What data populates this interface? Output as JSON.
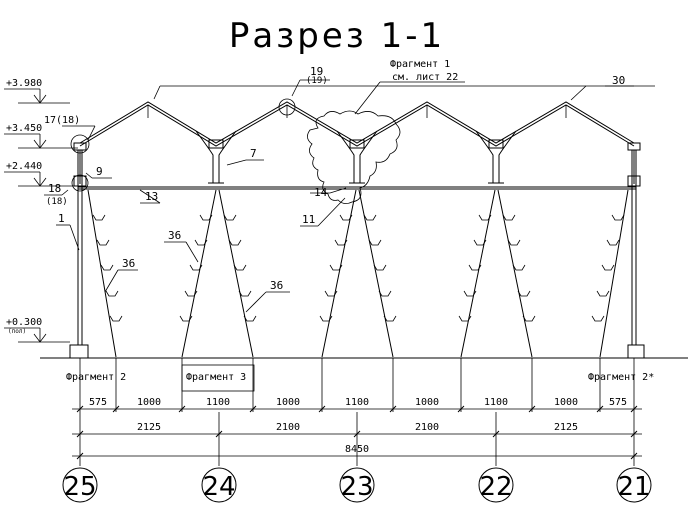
{
  "title": "Разрез 1-1",
  "levels": [
    {
      "label": "+3.980"
    },
    {
      "label": "+3.450"
    },
    {
      "label": "+2.440"
    },
    {
      "label": "+0.300",
      "sub": "(пол)"
    }
  ],
  "callouts": {
    "c19": "19",
    "c19b": "(19)",
    "c17": "17(18)",
    "c9": "9",
    "c18": "18",
    "c18b": "(18)",
    "c1": "1",
    "c13": "13",
    "c14": "14",
    "c11": "11",
    "c7": "7",
    "c36a": "36",
    "c36b": "36",
    "c36c": "36",
    "c30": "30",
    "frag1": "Фрагмент 1",
    "frag1_ref": "см. лист 22"
  },
  "fragments": {
    "f2": "Фрагмент 2",
    "f3": "Фрагмент 3",
    "f2s": "Фрагмент 2*"
  },
  "dims_row1": [
    "575",
    "1000",
    "1100",
    "1000",
    "1100",
    "1000",
    "1100",
    "1000",
    "575"
  ],
  "dims_row2": [
    "2125",
    "2100",
    "2100",
    "2125"
  ],
  "dims_total": "8450",
  "axes": [
    "25",
    "24",
    "23",
    "22",
    "21"
  ]
}
